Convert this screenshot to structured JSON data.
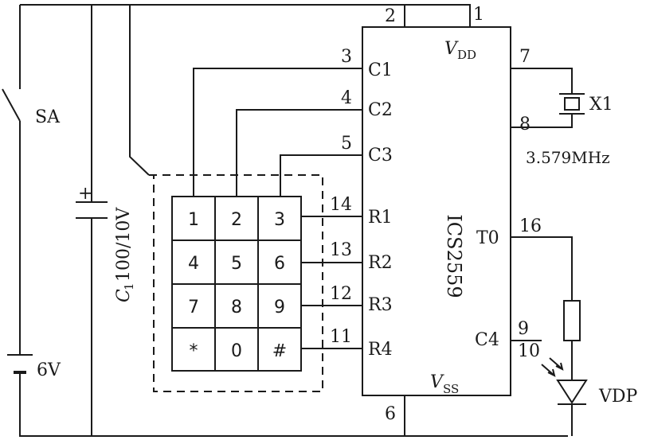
{
  "ic": {
    "name": "ICS2559",
    "vdd_main": "V",
    "vdd_sub": "DD",
    "vss_main": "V",
    "vss_sub": "SS",
    "pins": {
      "p1": "1",
      "p2": "2",
      "p3": "3",
      "p4": "4",
      "p5": "5",
      "p6": "6",
      "p7": "7",
      "p8": "8",
      "p9": "9",
      "p10": "10",
      "p11": "11",
      "p12": "12",
      "p13": "13",
      "p14": "14",
      "p16": "16"
    },
    "pin_labels": {
      "c1": "C1",
      "c2": "C2",
      "c3": "C3",
      "c4": "C4",
      "r1": "R1",
      "r2": "R2",
      "r3": "R3",
      "r4": "R4",
      "t0": "T0"
    }
  },
  "switch": {
    "label": "SA"
  },
  "battery": {
    "label": "6V"
  },
  "capacitor": {
    "label_main": "C",
    "label_sub": "1",
    "label_value": "100/10V",
    "plus": "+"
  },
  "crystal": {
    "label": "X1",
    "frequency": "3.579MHz"
  },
  "output": {
    "label": "VDP"
  },
  "keypad": {
    "keys": [
      "1",
      "2",
      "3",
      "4",
      "5",
      "6",
      "7",
      "8",
      "9",
      "*",
      "0",
      "#"
    ]
  }
}
